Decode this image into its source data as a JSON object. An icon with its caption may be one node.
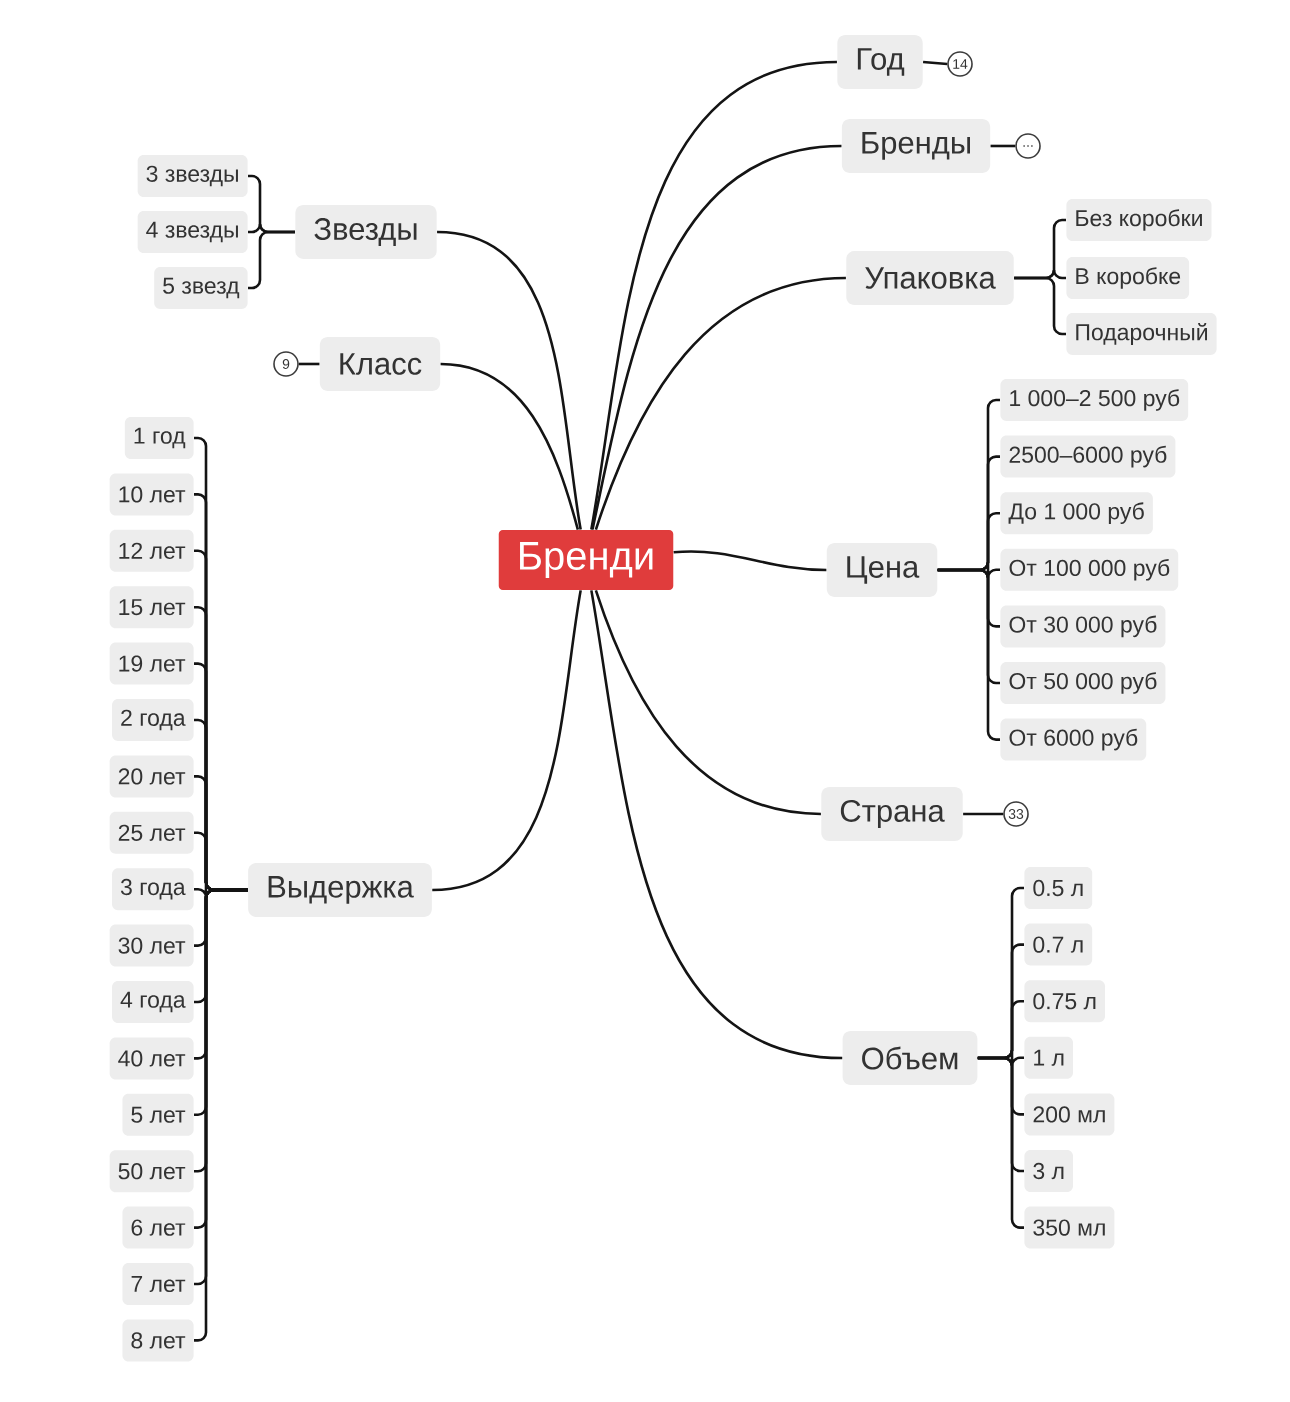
{
  "diagram": {
    "nodes": [
      {
        "text": [
          "Бренди"
        ]
      },
      {
        "text": [
          "Год"
        ]
      },
      {
        "text": [
          "14"
        ]
      },
      {
        "text": [
          "Бренды"
        ]
      },
      {
        "text": [
          "..."
        ]
      },
      {
        "text": [
          "Упаковка"
        ]
      },
      {
        "text": [
          "Без коробки"
        ]
      },
      {
        "text": [
          "В коробке"
        ]
      },
      {
        "text": [
          "Подарочный"
        ]
      },
      {
        "text": [
          "Цена"
        ]
      },
      {
        "text": [
          "1 000–2 500 руб"
        ]
      },
      {
        "text": [
          "2500–6000 руб"
        ]
      },
      {
        "text": [
          "До 1 000 руб"
        ]
      },
      {
        "text": [
          "От 100 000 руб"
        ]
      },
      {
        "text": [
          "От 30 000 руб"
        ]
      },
      {
        "text": [
          "От 50 000 руб"
        ]
      },
      {
        "text": [
          "От 6000 руб"
        ]
      },
      {
        "text": [
          "Страна"
        ]
      },
      {
        "text": [
          "33"
        ]
      },
      {
        "text": [
          "Объем"
        ]
      },
      {
        "text": [
          "0.5 л"
        ]
      },
      {
        "text": [
          "0.7 л"
        ]
      },
      {
        "text": [
          "0.75 л"
        ]
      },
      {
        "text": [
          "1 л"
        ]
      },
      {
        "text": [
          "200 мл"
        ]
      },
      {
        "text": [
          "3 л"
        ]
      },
      {
        "text": [
          "350 мл"
        ]
      },
      {
        "text": [
          "Звезды"
        ]
      },
      {
        "text": [
          "3 звезды"
        ]
      },
      {
        "text": [
          "4 звезды"
        ]
      },
      {
        "text": [
          "5 звезд"
        ]
      },
      {
        "text": [
          "Класс"
        ]
      },
      {
        "text": [
          "9"
        ]
      },
      {
        "text": [
          "Выдержка"
        ]
      },
      {
        "text": [
          "1 год"
        ]
      },
      {
        "text": [
          "10 лет"
        ]
      },
      {
        "text": [
          "12 лет"
        ]
      },
      {
        "text": [
          "15 лет"
        ]
      },
      {
        "text": [
          "19 лет"
        ]
      },
      {
        "text": [
          "2 года"
        ]
      },
      {
        "text": [
          "20 лет"
        ]
      },
      {
        "text": [
          "25 лет"
        ]
      },
      {
        "text": [
          "3 года"
        ]
      },
      {
        "text": [
          "30 лет"
        ]
      },
      {
        "text": [
          "4 года"
        ]
      },
      {
        "text": [
          "40 лет"
        ]
      },
      {
        "text": [
          "5 лет"
        ]
      },
      {
        "text": [
          "50 лет"
        ]
      },
      {
        "text": [
          "6 лет"
        ]
      },
      {
        "text": [
          "7 лет"
        ]
      },
      {
        "text": [
          "8 лет"
        ]
      }
    ],
    "edges": [
      {
        "from": 0,
        "to": 1,
        "arrow": "none"
      },
      {
        "from": 1,
        "to": 2,
        "arrow": "none"
      },
      {
        "from": 0,
        "to": 3,
        "arrow": "none"
      },
      {
        "from": 3,
        "to": 4,
        "arrow": "none"
      },
      {
        "from": 0,
        "to": 5,
        "arrow": "none"
      },
      {
        "from": 5,
        "to": 6,
        "arrow": "none"
      },
      {
        "from": 5,
        "to": 7,
        "arrow": "none"
      },
      {
        "from": 5,
        "to": 8,
        "arrow": "none"
      },
      {
        "from": 0,
        "to": 9,
        "arrow": "none"
      },
      {
        "from": 9,
        "to": 10,
        "arrow": "none"
      },
      {
        "from": 9,
        "to": 11,
        "arrow": "none"
      },
      {
        "from": 9,
        "to": 12,
        "arrow": "none"
      },
      {
        "from": 9,
        "to": 13,
        "arrow": "none"
      },
      {
        "from": 9,
        "to": 14,
        "arrow": "none"
      },
      {
        "from": 9,
        "to": 15,
        "arrow": "none"
      },
      {
        "from": 9,
        "to": 16,
        "arrow": "none"
      },
      {
        "from": 0,
        "to": 17,
        "arrow": "none"
      },
      {
        "from": 17,
        "to": 18,
        "arrow": "none"
      },
      {
        "from": 0,
        "to": 19,
        "arrow": "none"
      },
      {
        "from": 19,
        "to": 20,
        "arrow": "none"
      },
      {
        "from": 19,
        "to": 21,
        "arrow": "none"
      },
      {
        "from": 19,
        "to": 22,
        "arrow": "none"
      },
      {
        "from": 19,
        "to": 23,
        "arrow": "none"
      },
      {
        "from": 19,
        "to": 24,
        "arrow": "none"
      },
      {
        "from": 19,
        "to": 25,
        "arrow": "none"
      },
      {
        "from": 19,
        "to": 26,
        "arrow": "none"
      },
      {
        "from": 0,
        "to": 27,
        "arrow": "none"
      },
      {
        "from": 27,
        "to": 28,
        "arrow": "none"
      },
      {
        "from": 27,
        "to": 29,
        "arrow": "none"
      },
      {
        "from": 27,
        "to": 30,
        "arrow": "none"
      },
      {
        "from": 0,
        "to": 31,
        "arrow": "none"
      },
      {
        "from": 31,
        "to": 32,
        "arrow": "none"
      },
      {
        "from": 0,
        "to": 33,
        "arrow": "none"
      },
      {
        "from": 33,
        "to": 34,
        "arrow": "none"
      },
      {
        "from": 33,
        "to": 35,
        "arrow": "none"
      },
      {
        "from": 33,
        "to": 36,
        "arrow": "none"
      },
      {
        "from": 33,
        "to": 37,
        "arrow": "none"
      },
      {
        "from": 33,
        "to": 38,
        "arrow": "none"
      },
      {
        "from": 33,
        "to": 39,
        "arrow": "none"
      },
      {
        "from": 33,
        "to": 40,
        "arrow": "none"
      },
      {
        "from": 33,
        "to": 41,
        "arrow": "none"
      },
      {
        "from": 33,
        "to": 42,
        "arrow": "none"
      },
      {
        "from": 33,
        "to": 43,
        "arrow": "none"
      },
      {
        "from": 33,
        "to": 44,
        "arrow": "none"
      },
      {
        "from": 33,
        "to": 45,
        "arrow": "none"
      },
      {
        "from": 33,
        "to": 46,
        "arrow": "none"
      },
      {
        "from": 33,
        "to": 47,
        "arrow": "none"
      },
      {
        "from": 33,
        "to": 48,
        "arrow": "none"
      },
      {
        "from": 33,
        "to": 49,
        "arrow": "none"
      },
      {
        "from": 33,
        "to": 50,
        "arrow": "none"
      }
    ]
  }
}
